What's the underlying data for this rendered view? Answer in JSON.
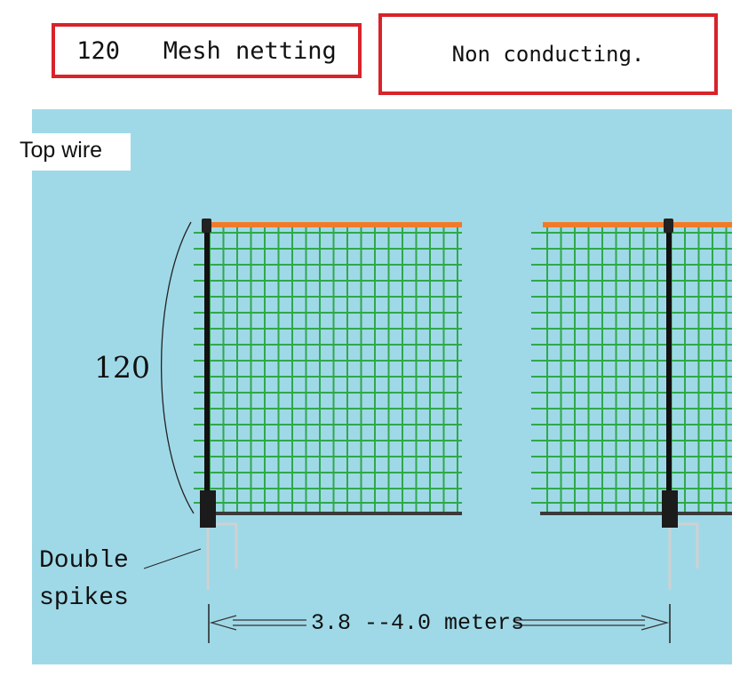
{
  "header": {
    "mesh_label": "120   Mesh netting",
    "note_label": "Non conducting."
  },
  "diagram": {
    "top_wire_label": "Top wire",
    "height_label": "120",
    "spike_label_line1": "Double",
    "spike_label_line2": "spikes",
    "span_label": "3.8 --4.0 meters"
  },
  "colors": {
    "background": "#9fd9e7",
    "mesh": "#2fa84a",
    "top_wire": "#f07a2a",
    "post": "#111111",
    "bottom_wire": "#3a3a3a",
    "spike": "#c8c8c8",
    "box_border": "#d8232a"
  }
}
